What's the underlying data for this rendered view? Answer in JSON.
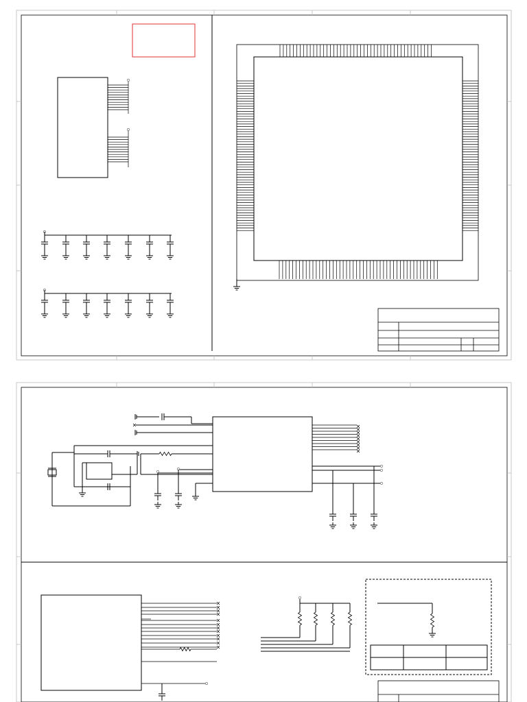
{
  "page": {
    "background": "#ffffff",
    "line_color": "#000000",
    "highlight_color": "#e03030",
    "border_color": "#bdbdbd"
  },
  "sheets": [
    {
      "name": "sheet-1",
      "blocks": [
        "connector-ic",
        "mcu-qfp",
        "decoupling-row-top",
        "decoupling-row-bottom",
        "title-block",
        "highlight-box"
      ]
    },
    {
      "name": "sheet-2",
      "blocks": [
        "oscillator-circuit",
        "controller-ic",
        "bus-termination",
        "bottom-ic",
        "pullup-resistors",
        "dashed-subcircuit",
        "title-block"
      ]
    }
  ]
}
